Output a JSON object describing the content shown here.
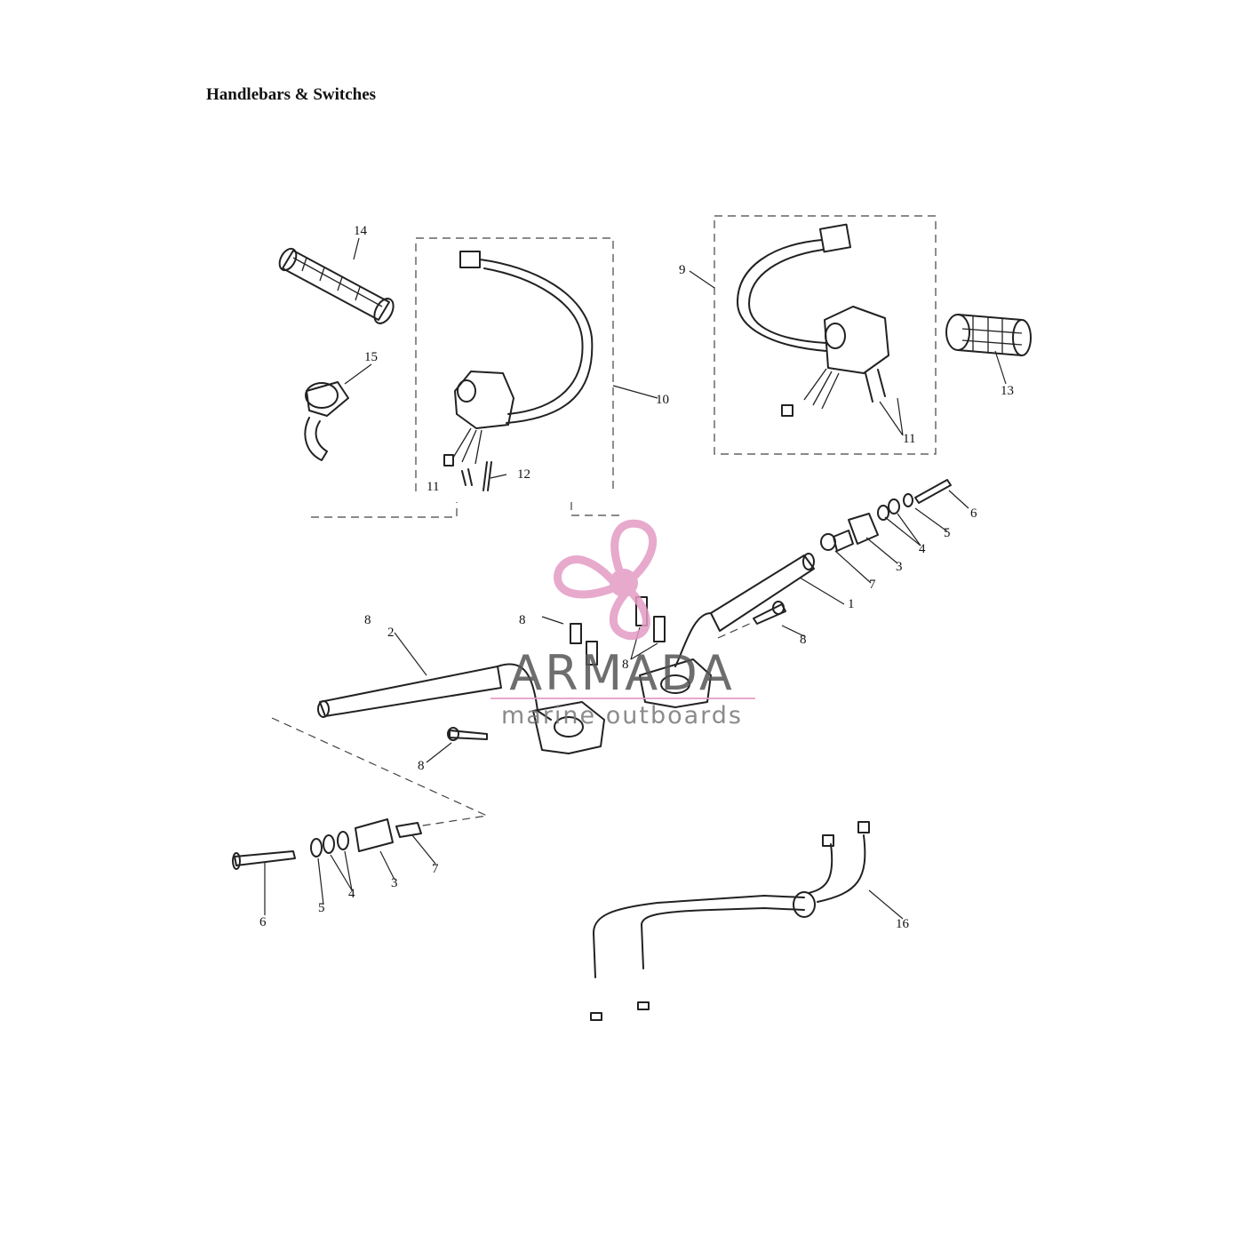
{
  "title": "Handlebars & Switches",
  "callouts": {
    "c1": "1",
    "c2": "2",
    "c3a": "3",
    "c3b": "3",
    "c4a": "4",
    "c4b": "4",
    "c5a": "5",
    "c5b": "5",
    "c6a": "6",
    "c6b": "6",
    "c7a": "7",
    "c7b": "7",
    "c8a": "8",
    "c8b": "8",
    "c8c": "8",
    "c8d": "8",
    "c8e": "8",
    "c9": "9",
    "c10": "10",
    "c11a": "11",
    "c11b": "11",
    "c12": "12",
    "c13": "13",
    "c14": "14",
    "c15": "15",
    "c16": "16"
  },
  "watermark": {
    "brand": "ARMADA",
    "tagline": "marine outboards",
    "brand_color": "#555555",
    "accent_color": "#e39bc4"
  }
}
